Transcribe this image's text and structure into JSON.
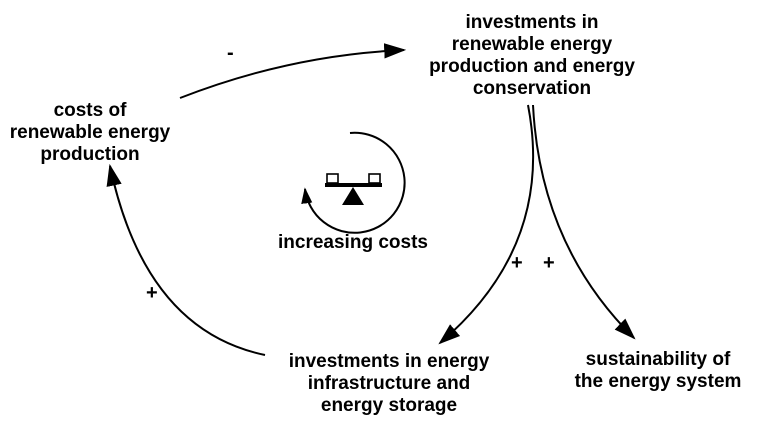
{
  "nodes": {
    "investments_renewable": "investments in\nrenewable energy\nproduction and energy\nconservation",
    "costs_renewable": "costs of\nrenewable energy\nproduction",
    "investments_infrastructure": "investments in energy\ninfrastructure and\nenergy storage",
    "sustainability": "sustainability of\nthe energy system"
  },
  "loop": {
    "label": "increasing costs",
    "icon": "balance-scale-icon"
  },
  "polarities": {
    "costs_to_investments": "-",
    "investments_to_infrastructure": "+",
    "investments_to_sustainability": "+",
    "infrastructure_to_costs": "+"
  },
  "colors": {
    "ink": "#000000",
    "background": "#ffffff"
  }
}
